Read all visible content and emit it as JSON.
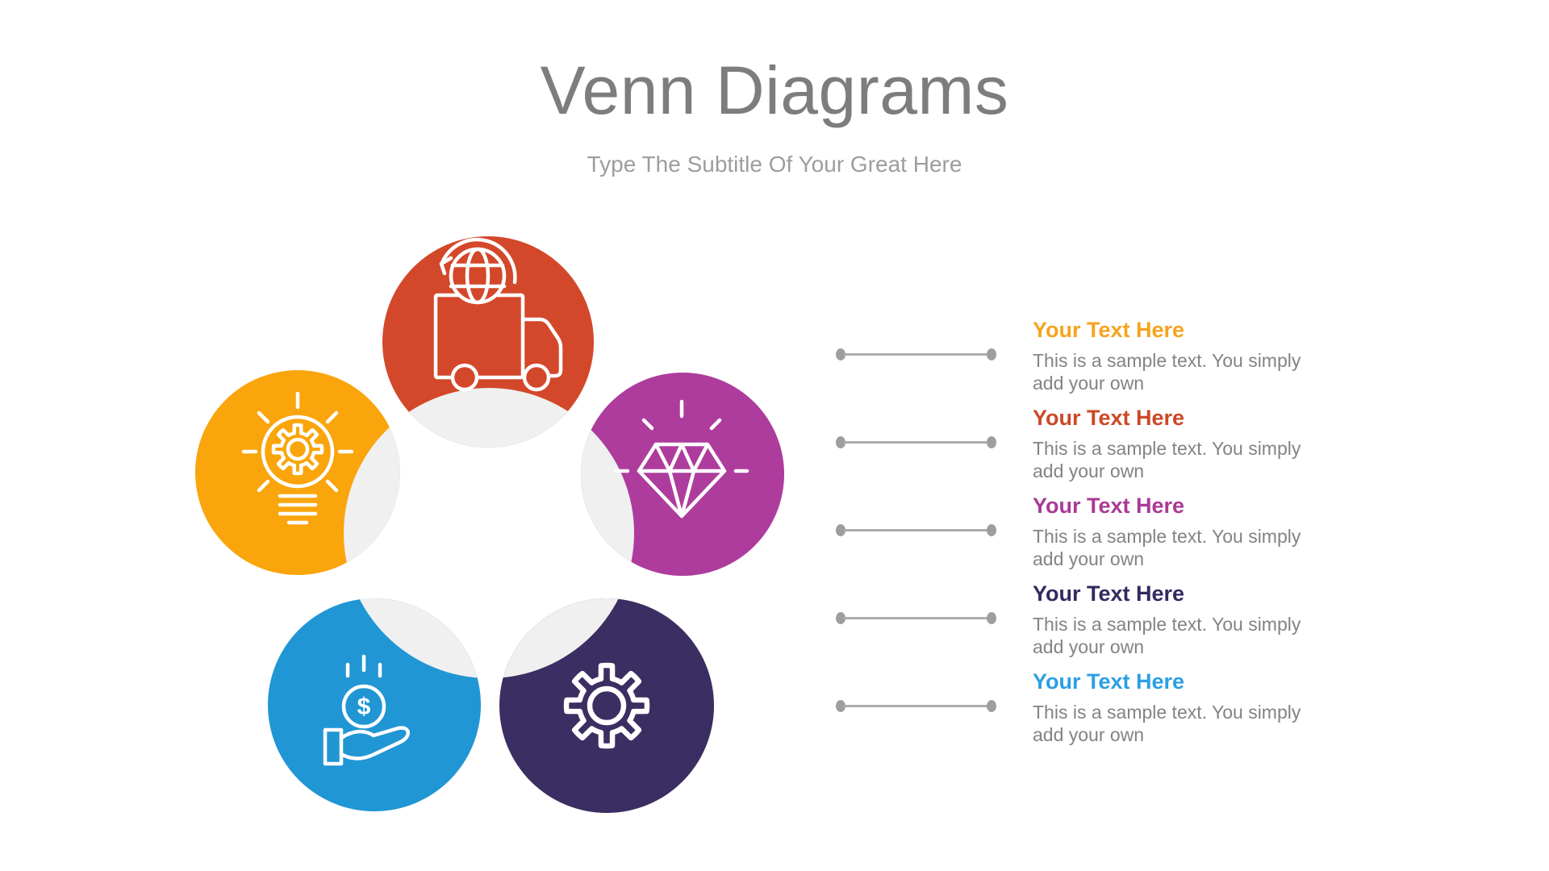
{
  "slide": {
    "title": "Venn Diagrams",
    "subtitle": "Type The Subtitle Of Your Great Here",
    "title_color": "#7D7D7D",
    "subtitle_color": "#9D9D9D"
  },
  "diagram": {
    "overlap_color": "#F0F0F0",
    "icon_stroke_color": "#FFFFFF",
    "coin_symbol": "$",
    "circles": [
      {
        "name": "delivery",
        "icon": "truck-globe-icon",
        "color": "#D3482A"
      },
      {
        "name": "idea",
        "icon": "lightbulb-gear-icon",
        "color": "#F9A50B"
      },
      {
        "name": "premium",
        "icon": "diamond-icon",
        "color": "#AE3C9D"
      },
      {
        "name": "finance",
        "icon": "hand-money-icon",
        "color": "#2196D4"
      },
      {
        "name": "process",
        "icon": "gear-icon",
        "color": "#3B2E62"
      }
    ]
  },
  "items": [
    {
      "heading": "Your Text Here",
      "body": "This is a sample text. You simply add your own",
      "color": "#F5A41F"
    },
    {
      "heading": "Your Text Here",
      "body": "This is a sample text. You simply add your own",
      "color": "#CD4827"
    },
    {
      "heading": "Your Text Here",
      "body": "This is a sample text. You simply add your own",
      "color": "#A93A96"
    },
    {
      "heading": "Your Text Here",
      "body": "This is a sample text. You simply add your own",
      "color": "#322A5E"
    },
    {
      "heading": "Your Text Here",
      "body": "This is a sample text. You simply add your own",
      "color": "#2C9FE2"
    }
  ],
  "connector": {
    "line_color": "#ACACAC",
    "dot_color": "#9E9E9E"
  },
  "body_text_color": "#828387"
}
